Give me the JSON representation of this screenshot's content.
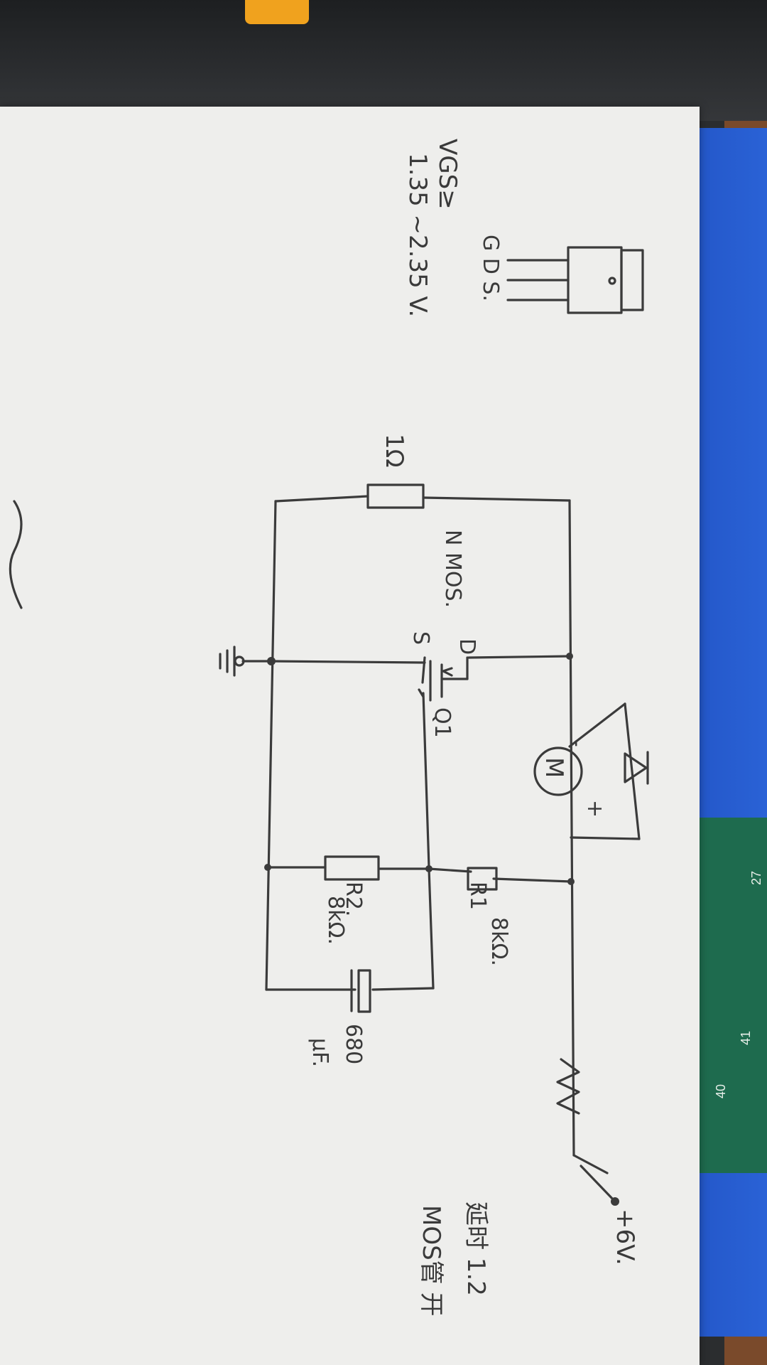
{
  "labels": {
    "vgs": "VGS≥",
    "vgs_range": "1.35 ~2.35 V.",
    "pins": "G D S.",
    "r_sense": "1Ω",
    "nmos": "N MOS.",
    "drain": "D",
    "source": "S",
    "q1": "Q1",
    "motor": "M",
    "minus": "-",
    "plus": "+",
    "r1": "R1",
    "r1_val": "8kΩ.",
    "r2": "R2.",
    "r2_val": "8kΩ.",
    "cap_val": "680",
    "cap_unit": "μF.",
    "supply": "+6V.",
    "note1": "延时 1.2",
    "note2": "MOS管 开"
  },
  "mat": {
    "n27": "27",
    "n41": "41",
    "n40": "40"
  },
  "colors": {
    "paper": "#eeeeec",
    "ink": "#3b3b3b",
    "board": "#2a62d6"
  }
}
